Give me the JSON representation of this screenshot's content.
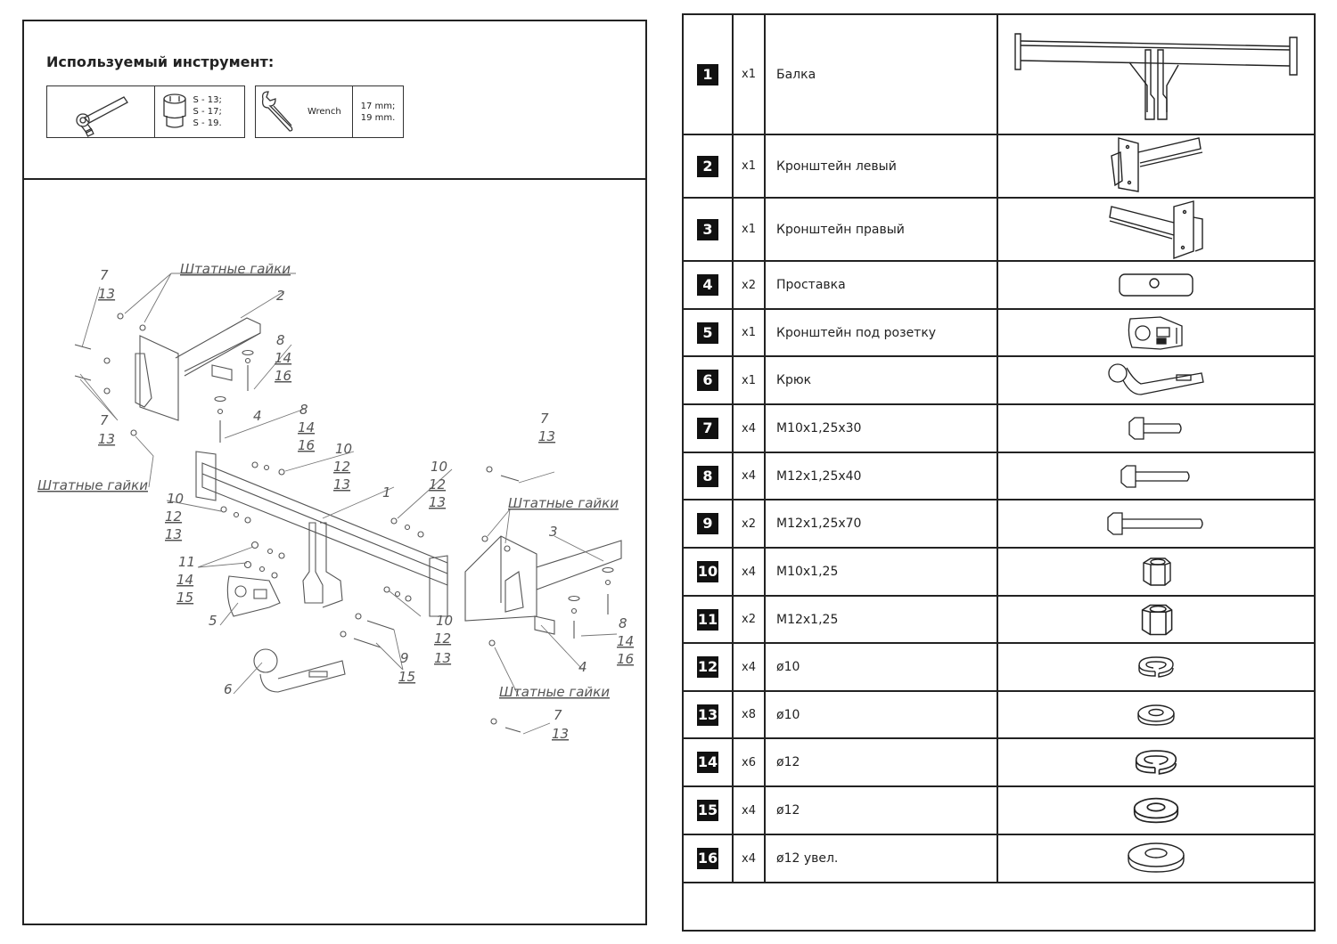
{
  "tools": {
    "title": "Используемый инструмент:",
    "socket_sizes": [
      "S - 13;",
      "S - 17;",
      "S - 19."
    ],
    "wrench_label": "Wrench",
    "wrench_sizes": [
      "17 mm;",
      "19 mm."
    ],
    "icons": [
      "ratchet-icon",
      "socket-icon",
      "wrench-icon"
    ]
  },
  "diagram": {
    "labels": {
      "factory_nuts": "Штатные гайки",
      "p1": "1",
      "p2": "2",
      "p3": "3",
      "p4": "4",
      "p5": "5",
      "p6": "6",
      "s7_13": [
        "7",
        "13"
      ],
      "s8_14_16": [
        "8",
        "14",
        "16"
      ],
      "s10_12_13": [
        "10",
        "12",
        "13"
      ],
      "s11_14_15": [
        "11",
        "14",
        "15"
      ],
      "s9_15": [
        "9",
        "15"
      ]
    }
  },
  "parts": [
    {
      "num": "1",
      "qty": "x1",
      "name": "Балка",
      "icon": "beam-icon"
    },
    {
      "num": "2",
      "qty": "x1",
      "name": "Кронштейн левый",
      "icon": "left-bracket-icon"
    },
    {
      "num": "3",
      "qty": "x1",
      "name": "Кронштейн правый",
      "icon": "right-bracket-icon"
    },
    {
      "num": "4",
      "qty": "x2",
      "name": "Проставка",
      "icon": "spacer-icon"
    },
    {
      "num": "5",
      "qty": "x1",
      "name": "Кронштейн под розетку",
      "icon": "socket-bracket-icon"
    },
    {
      "num": "6",
      "qty": "x1",
      "name": "Крюк",
      "icon": "hook-icon"
    },
    {
      "num": "7",
      "qty": "x4",
      "name": "M10x1,25x30",
      "icon": "bolt-icon"
    },
    {
      "num": "8",
      "qty": "x4",
      "name": "M12x1,25x40",
      "icon": "bolt-icon"
    },
    {
      "num": "9",
      "qty": "x2",
      "name": "M12x1,25x70",
      "icon": "bolt-icon"
    },
    {
      "num": "10",
      "qty": "x4",
      "name": "M10x1,25",
      "icon": "nut-icon"
    },
    {
      "num": "11",
      "qty": "x2",
      "name": "M12x1,25",
      "icon": "nut-icon"
    },
    {
      "num": "12",
      "qty": "x4",
      "name": "ø10",
      "icon": "spring-washer-icon"
    },
    {
      "num": "13",
      "qty": "x8",
      "name": "ø10",
      "icon": "flat-washer-icon"
    },
    {
      "num": "14",
      "qty": "x6",
      "name": "ø12",
      "icon": "spring-washer-icon"
    },
    {
      "num": "15",
      "qty": "x4",
      "name": "ø12",
      "icon": "flat-washer-icon"
    },
    {
      "num": "16",
      "qty": "x4",
      "name": "ø12 увел.",
      "icon": "large-washer-icon"
    }
  ]
}
